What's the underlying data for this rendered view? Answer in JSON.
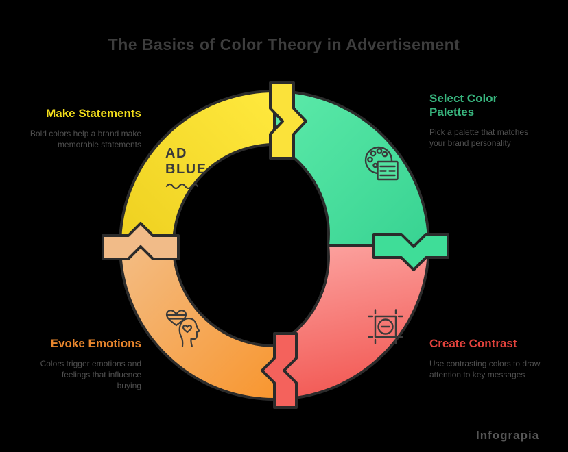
{
  "title": "The Basics of Color Theory in Advertisement",
  "center_logo": {
    "line1": "AD",
    "line2": "BLUE"
  },
  "steps": [
    {
      "label": "Make Statements",
      "desc": "Bold colors help a brand make memorable statements",
      "heading_color": "#f2dd1b",
      "segment_color": "#fbe334",
      "icon": "ad-blue-logo"
    },
    {
      "label": "Select Color Palettes",
      "desc": "Pick a palette that matches your brand personality",
      "heading_color": "#38b57e",
      "segment_color": "#4ce09d",
      "icon": "palette-icon"
    },
    {
      "label": "Create Contrast",
      "desc": "Use contrasting colors to draw attention to key messages",
      "heading_color": "#e2423c",
      "segment_color": "#f7837f",
      "icon": "contrast-icon"
    },
    {
      "label": "Evoke Emotions",
      "desc": "Colors trigger emotions and feelings that influence buying",
      "heading_color": "#e8862d",
      "segment_color": "#f6a85c",
      "icon": "emotions-icon"
    }
  ],
  "diagram": {
    "type": "cycle",
    "direction": "clockwise",
    "outline_color": "#2b2b2b",
    "background": "#000000",
    "title_color": "#3d3d3d",
    "body_text_color": "#4f4f4f"
  },
  "watermark": "Infograpia"
}
